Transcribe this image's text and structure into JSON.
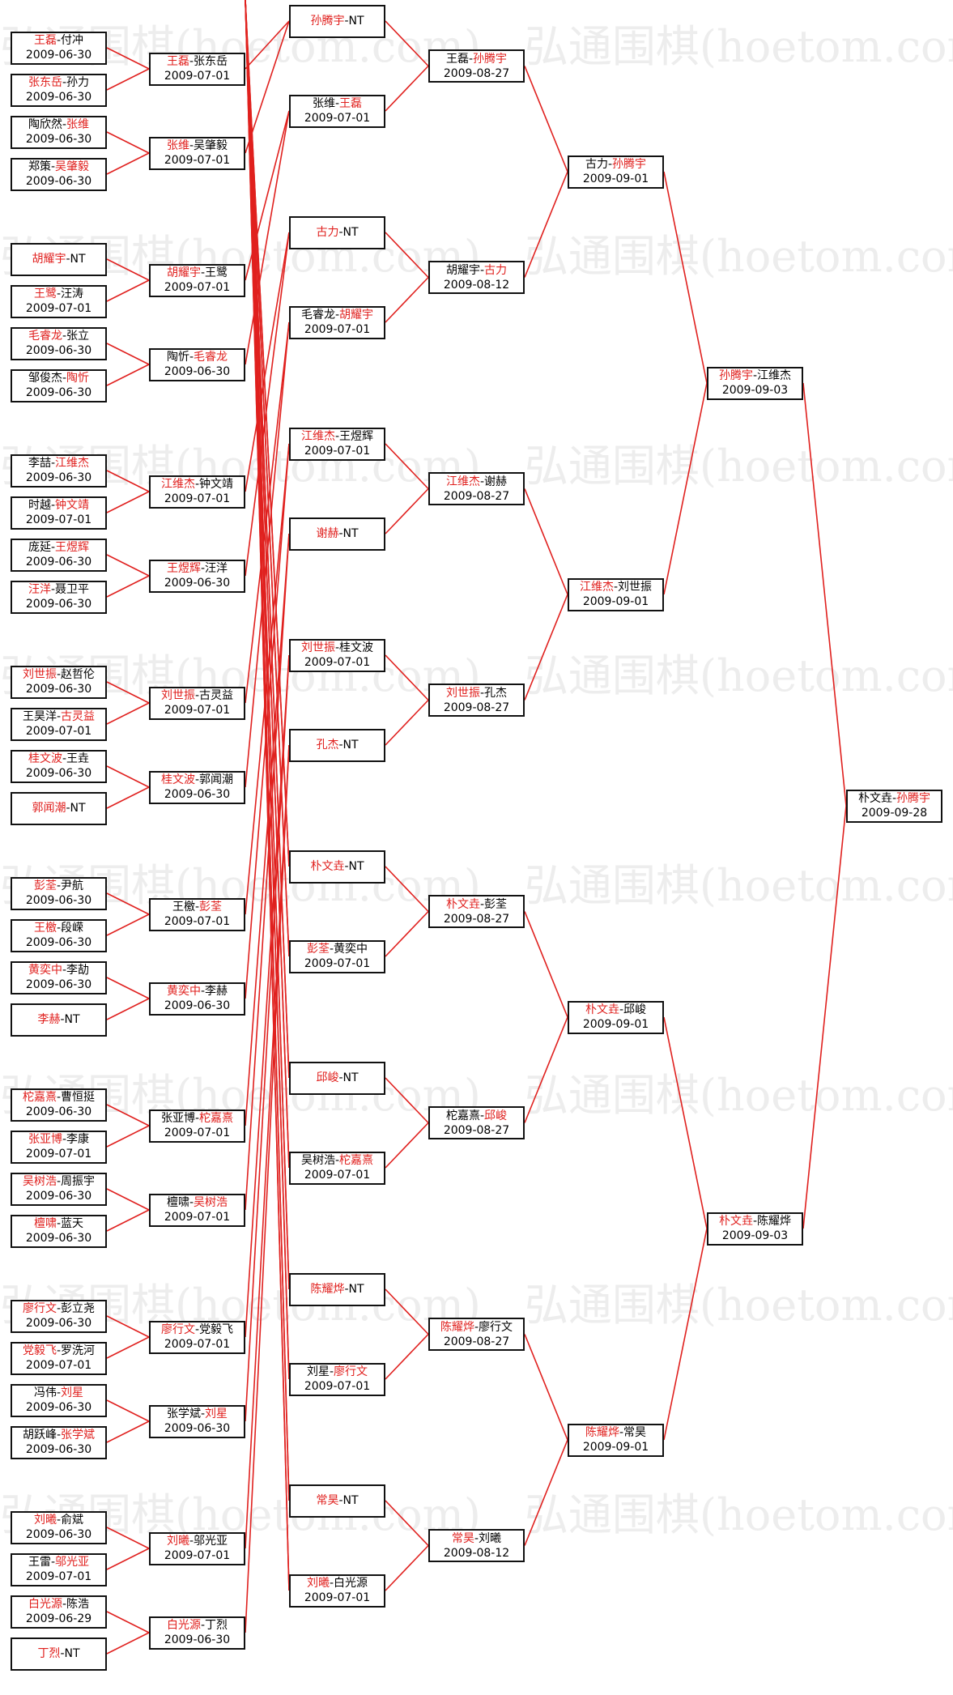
{
  "watermark": "弘通围棋(hoetom.com)",
  "colors": {
    "winner": "#e0201e",
    "line": "#e0201e",
    "border": "#111111"
  },
  "rounds": [
    [
      {
        "p1": "王磊",
        "p2": "付冲",
        "date": "2009-06-30",
        "w": 1
      },
      {
        "p1": "张东岳",
        "p2": "孙力",
        "date": "2009-06-30",
        "w": 1
      },
      {
        "p1": "陶欣然",
        "p2": "张维",
        "date": "2009-06-30",
        "w": 2
      },
      {
        "p1": "郑策",
        "p2": "吴肇毅",
        "date": "2009-06-30",
        "w": 2
      },
      {
        "p1": "胡耀宇",
        "p2": "NT",
        "date": "",
        "w": 1
      },
      {
        "p1": "王鹭",
        "p2": "汪涛",
        "date": "2009-07-01",
        "w": 1
      },
      {
        "p1": "毛睿龙",
        "p2": "张立",
        "date": "2009-06-30",
        "w": 1
      },
      {
        "p1": "邹俊杰",
        "p2": "陶忻",
        "date": "2009-06-30",
        "w": 2
      },
      {
        "p1": "李喆",
        "p2": "江维杰",
        "date": "2009-06-30",
        "w": 2
      },
      {
        "p1": "时越",
        "p2": "钟文靖",
        "date": "2009-07-01",
        "w": 2
      },
      {
        "p1": "庞延",
        "p2": "王煜辉",
        "date": "2009-06-30",
        "w": 2
      },
      {
        "p1": "汪洋",
        "p2": "聂卫平",
        "date": "2009-06-30",
        "w": 1
      },
      {
        "p1": "刘世振",
        "p2": "赵哲伦",
        "date": "2009-06-30",
        "w": 1
      },
      {
        "p1": "王昊洋",
        "p2": "古灵益",
        "date": "2009-07-01",
        "w": 2
      },
      {
        "p1": "桂文波",
        "p2": "王垚",
        "date": "2009-06-30",
        "w": 1
      },
      {
        "p1": "郭闻潮",
        "p2": "NT",
        "date": "",
        "w": 1
      },
      {
        "p1": "彭荃",
        "p2": "尹航",
        "date": "2009-06-30",
        "w": 1
      },
      {
        "p1": "王檄",
        "p2": "段嵘",
        "date": "2009-06-30",
        "w": 1
      },
      {
        "p1": "黄奕中",
        "p2": "李劼",
        "date": "2009-06-30",
        "w": 1
      },
      {
        "p1": "李赫",
        "p2": "NT",
        "date": "",
        "w": 1
      },
      {
        "p1": "柁嘉熹",
        "p2": "曹恒挺",
        "date": "2009-06-30",
        "w": 1
      },
      {
        "p1": "张亚博",
        "p2": "李康",
        "date": "2009-07-01",
        "w": 1
      },
      {
        "p1": "吴树浩",
        "p2": "周振宇",
        "date": "2009-06-30",
        "w": 1
      },
      {
        "p1": "檀啸",
        "p2": "蓝天",
        "date": "2009-06-30",
        "w": 1
      },
      {
        "p1": "廖行文",
        "p2": "彭立尧",
        "date": "2009-06-30",
        "w": 1
      },
      {
        "p1": "党毅飞",
        "p2": "罗洗河",
        "date": "2009-07-01",
        "w": 1
      },
      {
        "p1": "冯伟",
        "p2": "刘星",
        "date": "2009-06-30",
        "w": 2
      },
      {
        "p1": "胡跃峰",
        "p2": "张学斌",
        "date": "2009-06-30",
        "w": 2
      },
      {
        "p1": "刘曦",
        "p2": "俞斌",
        "date": "2009-06-30",
        "w": 1
      },
      {
        "p1": "王雷",
        "p2": "邬光亚",
        "date": "2009-07-01",
        "w": 2
      },
      {
        "p1": "白光源",
        "p2": "陈浩",
        "date": "2009-06-29",
        "w": 1
      },
      {
        "p1": "丁烈",
        "p2": "NT",
        "date": "",
        "w": 1
      }
    ],
    [
      {
        "p1": "王磊",
        "p2": "张东岳",
        "date": "2009-07-01",
        "w": 1
      },
      {
        "p1": "张维",
        "p2": "吴肇毅",
        "date": "2009-07-01",
        "w": 1
      },
      {
        "p1": "胡耀宇",
        "p2": "王鹭",
        "date": "2009-07-01",
        "w": 1
      },
      {
        "p1": "陶忻",
        "p2": "毛睿龙",
        "date": "2009-06-30",
        "w": 2
      },
      {
        "p1": "江维杰",
        "p2": "钟文靖",
        "date": "2009-07-01",
        "w": 1
      },
      {
        "p1": "王煜辉",
        "p2": "汪洋",
        "date": "2009-06-30",
        "w": 1
      },
      {
        "p1": "刘世振",
        "p2": "古灵益",
        "date": "2009-07-01",
        "w": 1
      },
      {
        "p1": "桂文波",
        "p2": "郭闻潮",
        "date": "2009-06-30",
        "w": 1
      },
      {
        "p1": "王檄",
        "p2": "彭荃",
        "date": "2009-07-01",
        "w": 2
      },
      {
        "p1": "黄奕中",
        "p2": "李赫",
        "date": "2009-06-30",
        "w": 1
      },
      {
        "p1": "张亚博",
        "p2": "柁嘉熹",
        "date": "2009-07-01",
        "w": 2
      },
      {
        "p1": "檀啸",
        "p2": "吴树浩",
        "date": "2009-07-01",
        "w": 2
      },
      {
        "p1": "廖行文",
        "p2": "党毅飞",
        "date": "2009-07-01",
        "w": 1
      },
      {
        "p1": "张学斌",
        "p2": "刘星",
        "date": "2009-06-30",
        "w": 2
      },
      {
        "p1": "刘曦",
        "p2": "邬光亚",
        "date": "2009-07-01",
        "w": 1
      },
      {
        "p1": "白光源",
        "p2": "丁烈",
        "date": "2009-06-30",
        "w": 1
      }
    ],
    [
      {
        "p1": "孙腾宇",
        "p2": "NT",
        "date": "",
        "w": 1
      },
      {
        "p1": "张维",
        "p2": "王磊",
        "date": "2009-07-01",
        "w": 2
      },
      {
        "p1": "古力",
        "p2": "NT",
        "date": "",
        "w": 1
      },
      {
        "p1": "毛睿龙",
        "p2": "胡耀宇",
        "date": "2009-07-01",
        "w": 2
      },
      {
        "p1": "江维杰",
        "p2": "王煜辉",
        "date": "2009-07-01",
        "w": 1
      },
      {
        "p1": "谢赫",
        "p2": "NT",
        "date": "",
        "w": 1
      },
      {
        "p1": "刘世振",
        "p2": "桂文波",
        "date": "2009-07-01",
        "w": 1
      },
      {
        "p1": "孔杰",
        "p2": "NT",
        "date": "",
        "w": 1
      },
      {
        "p1": "朴文垚",
        "p2": "NT",
        "date": "",
        "w": 1
      },
      {
        "p1": "彭荃",
        "p2": "黄奕中",
        "date": "2009-07-01",
        "w": 1
      },
      {
        "p1": "邱峻",
        "p2": "NT",
        "date": "",
        "w": 1
      },
      {
        "p1": "吴树浩",
        "p2": "柁嘉熹",
        "date": "2009-07-01",
        "w": 2
      },
      {
        "p1": "陈耀烨",
        "p2": "NT",
        "date": "",
        "w": 1
      },
      {
        "p1": "刘星",
        "p2": "廖行文",
        "date": "2009-07-01",
        "w": 2
      },
      {
        "p1": "常昊",
        "p2": "NT",
        "date": "",
        "w": 1
      },
      {
        "p1": "刘曦",
        "p2": "白光源",
        "date": "2009-07-01",
        "w": 1
      }
    ],
    [
      {
        "p1": "王磊",
        "p2": "孙腾宇",
        "date": "2009-08-27",
        "w": 2
      },
      {
        "p1": "胡耀宇",
        "p2": "古力",
        "date": "2009-08-12",
        "w": 2
      },
      {
        "p1": "江维杰",
        "p2": "谢赫",
        "date": "2009-08-27",
        "w": 1
      },
      {
        "p1": "刘世振",
        "p2": "孔杰",
        "date": "2009-08-27",
        "w": 1
      },
      {
        "p1": "朴文垚",
        "p2": "彭荃",
        "date": "2009-08-27",
        "w": 1
      },
      {
        "p1": "柁嘉熹",
        "p2": "邱峻",
        "date": "2009-08-27",
        "w": 2
      },
      {
        "p1": "陈耀烨",
        "p2": "廖行文",
        "date": "2009-08-27",
        "w": 1
      },
      {
        "p1": "常昊",
        "p2": "刘曦",
        "date": "2009-08-12",
        "w": 1
      }
    ],
    [
      {
        "p1": "古力",
        "p2": "孙腾宇",
        "date": "2009-09-01",
        "w": 2
      },
      {
        "p1": "江维杰",
        "p2": "刘世振",
        "date": "2009-09-01",
        "w": 1
      },
      {
        "p1": "朴文垚",
        "p2": "邱峻",
        "date": "2009-09-01",
        "w": 1
      },
      {
        "p1": "陈耀烨",
        "p2": "常昊",
        "date": "2009-09-01",
        "w": 1
      }
    ],
    [
      {
        "p1": "孙腾宇",
        "p2": "江维杰",
        "date": "2009-09-03",
        "w": 1
      },
      {
        "p1": "朴文垚",
        "p2": "陈耀烨",
        "date": "2009-09-03",
        "w": 1
      }
    ],
    [
      {
        "p1": "朴文垚",
        "p2": "孙腾宇",
        "date": "2009-09-28",
        "w": 2
      }
    ]
  ]
}
